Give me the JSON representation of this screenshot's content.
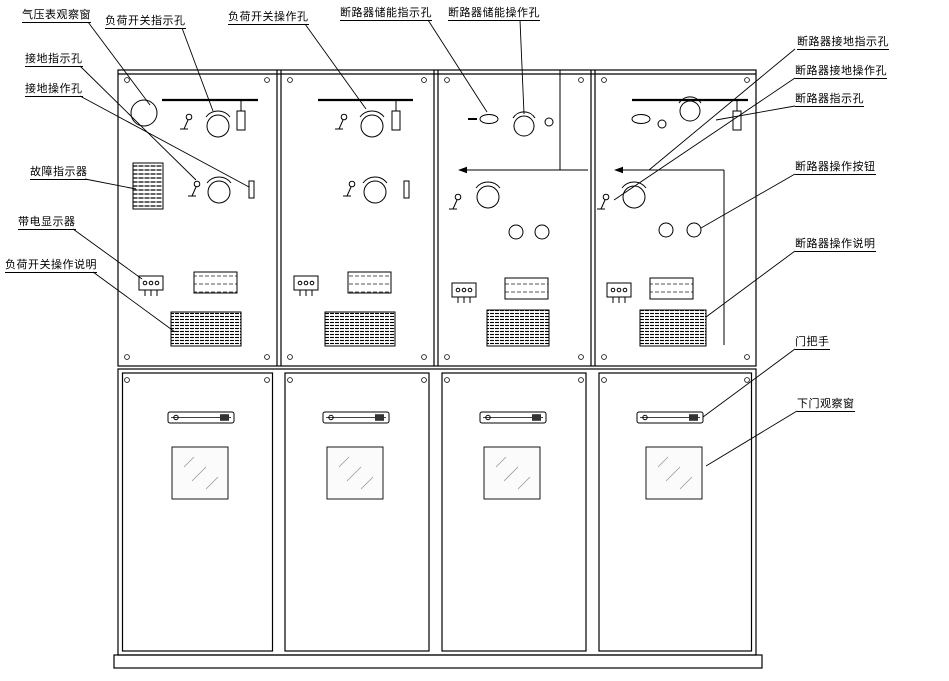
{
  "drawing": {
    "background": "#ffffff",
    "line_color": "#000000",
    "panel_count": "4",
    "door_count": "4"
  },
  "labels": {
    "gas_gauge_window": "气压表观察窗",
    "load_switch_indicator_hole": "负荷开关指示孔",
    "load_switch_operation_hole": "负荷开关操作孔",
    "breaker_charge_indicator_hole": "断路器储能指示孔",
    "breaker_charge_operation_hole": "断路器储能操作孔",
    "ground_indicator_hole": "接地指示孔",
    "ground_operation_hole": "接地操作孔",
    "fault_indicator": "故障指示器",
    "live_display": "带电显示器",
    "load_switch_instructions": "负荷开关操作说明",
    "breaker_ground_indicator_hole": "断路器接地指示孔",
    "breaker_ground_operation_hole": "断路器接地操作孔",
    "breaker_indicator_hole": "断路器指示孔",
    "breaker_operation_button": "断路器操作按钮",
    "breaker_operation_instructions": "断路器操作说明",
    "door_handle": "门把手",
    "lower_door_window": "下门观察窗"
  }
}
